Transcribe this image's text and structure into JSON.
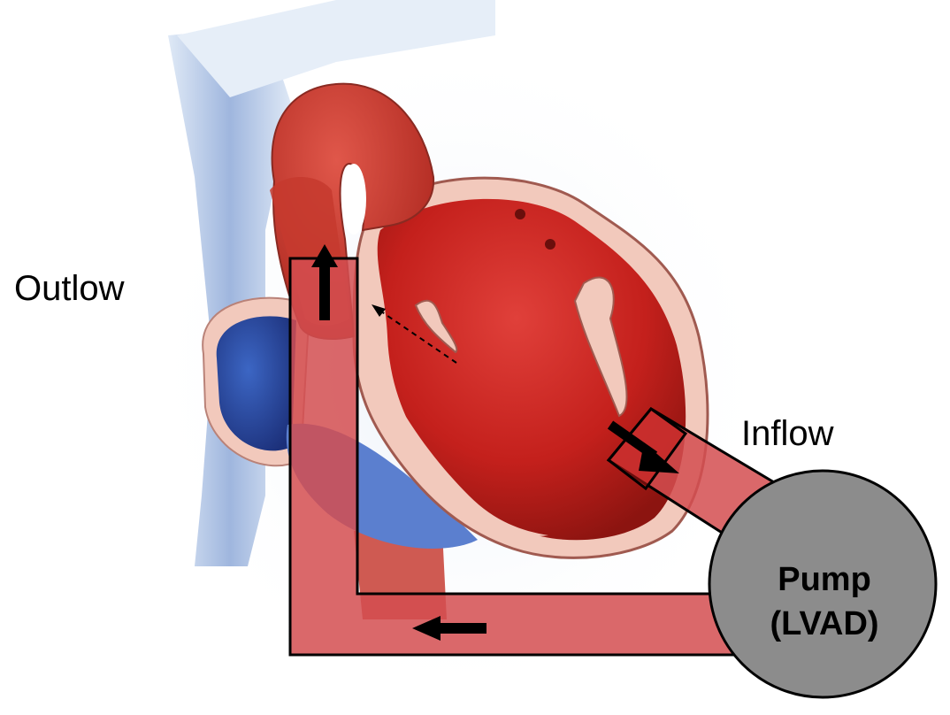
{
  "labels": {
    "outflow": "Outlow",
    "inflow": "Inflow",
    "pump_line1": "Pump",
    "pump_line2": "(LVAD)"
  },
  "colors": {
    "tube_fill": "#d44e50",
    "pump_fill": "#8c8c8c",
    "outline": "#000000",
    "heart_red": "#c4201c",
    "heart_light": "#f2c9bc",
    "vein_blue": "#3e63b8",
    "arrow": "#000000"
  },
  "icons": [
    "up-arrow-icon",
    "left-arrow-icon",
    "down-right-arrow-icon",
    "dashed-arrow-icon"
  ]
}
